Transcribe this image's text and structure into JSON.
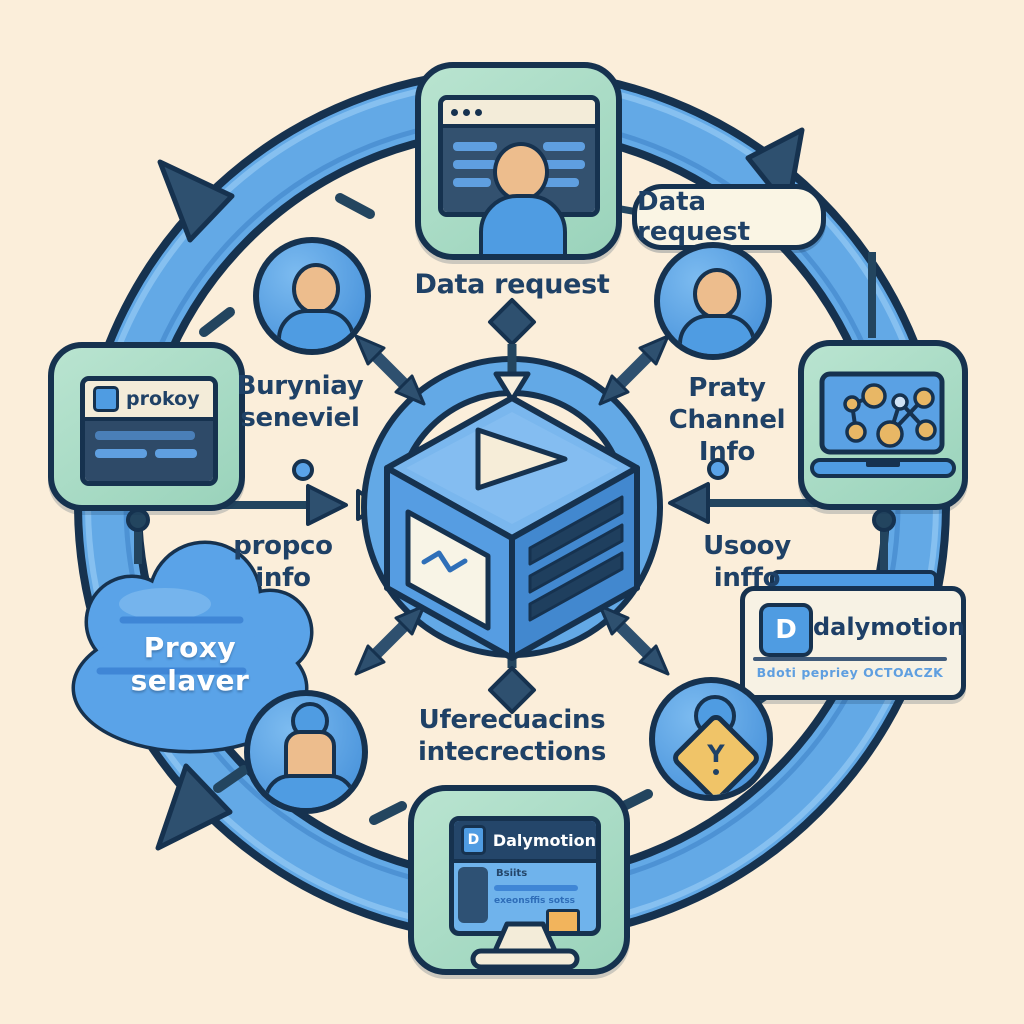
{
  "diagram_title": "Proxy server / Dailymotion data flow diagram",
  "labels": {
    "bubble": "Data request",
    "data_request": "Data request",
    "user_left": {
      "l1": "Buryniay",
      "l2": "seneviel"
    },
    "channel": {
      "l1": "Praty",
      "l2": "Channel",
      "l3": "Info"
    },
    "propco": {
      "l1": "propco",
      "l2": "info"
    },
    "usooy": {
      "l1": "Usooy",
      "l2": "inffo"
    },
    "interactions": {
      "l1": "Uferecuacins",
      "l2": "intecrections"
    },
    "cloud": "Proxy selaver",
    "proxy_tab": "prokoy",
    "card": {
      "logo": "D",
      "title": "dalymotion",
      "subtitle": "Bdoti pepriey OCTOACZK"
    },
    "monitor": {
      "logo": "D",
      "title": "Dalymotion",
      "line1": "Bsiits",
      "line2": "exeonsffis sotss"
    },
    "badge": "Y"
  },
  "icons": {
    "play": "triangle-right",
    "flow_arrows": "double-headed and diamond arrows",
    "network": "connected orange nodes graph",
    "persons": "user avatars in blue circles"
  },
  "colors": {
    "background": "#fbeeda",
    "ring_blue": "#63a9e6",
    "outline_navy": "#16324f",
    "panel_green": "#a8dcc7",
    "accent_blue": "#4f9ce2",
    "node_orange": "#e8b765",
    "text_navy": "#1f4166",
    "light_blue_text": "#5f9fe0",
    "cream": "#f3ecd9"
  }
}
